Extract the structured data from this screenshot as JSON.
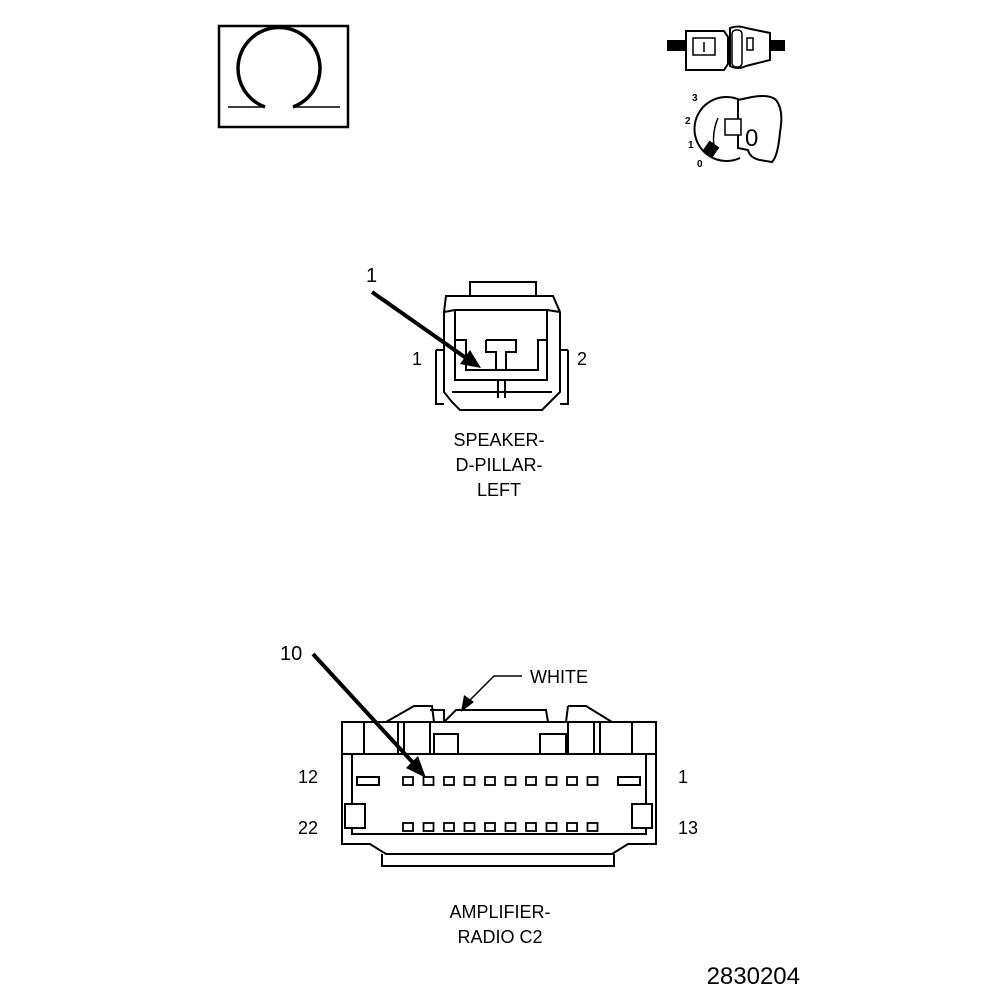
{
  "legend": {
    "ohm_symbol": "Ω",
    "key_positions": [
      "3",
      "2",
      "1",
      "0"
    ],
    "key_label": "0"
  },
  "speaker_connector": {
    "callout": "1",
    "pin_left": "1",
    "pin_right": "2",
    "title_lines": [
      "SPEAKER-",
      "D-PILLAR-",
      "LEFT"
    ]
  },
  "amplifier_connector": {
    "callout": "10",
    "color_label": "WHITE",
    "pin_top_left": "12",
    "pin_top_right": "1",
    "pin_bottom_left": "22",
    "pin_bottom_right": "13",
    "title_lines": [
      "AMPLIFIER-",
      "RADIO C2"
    ]
  },
  "figure_number": "2830204"
}
